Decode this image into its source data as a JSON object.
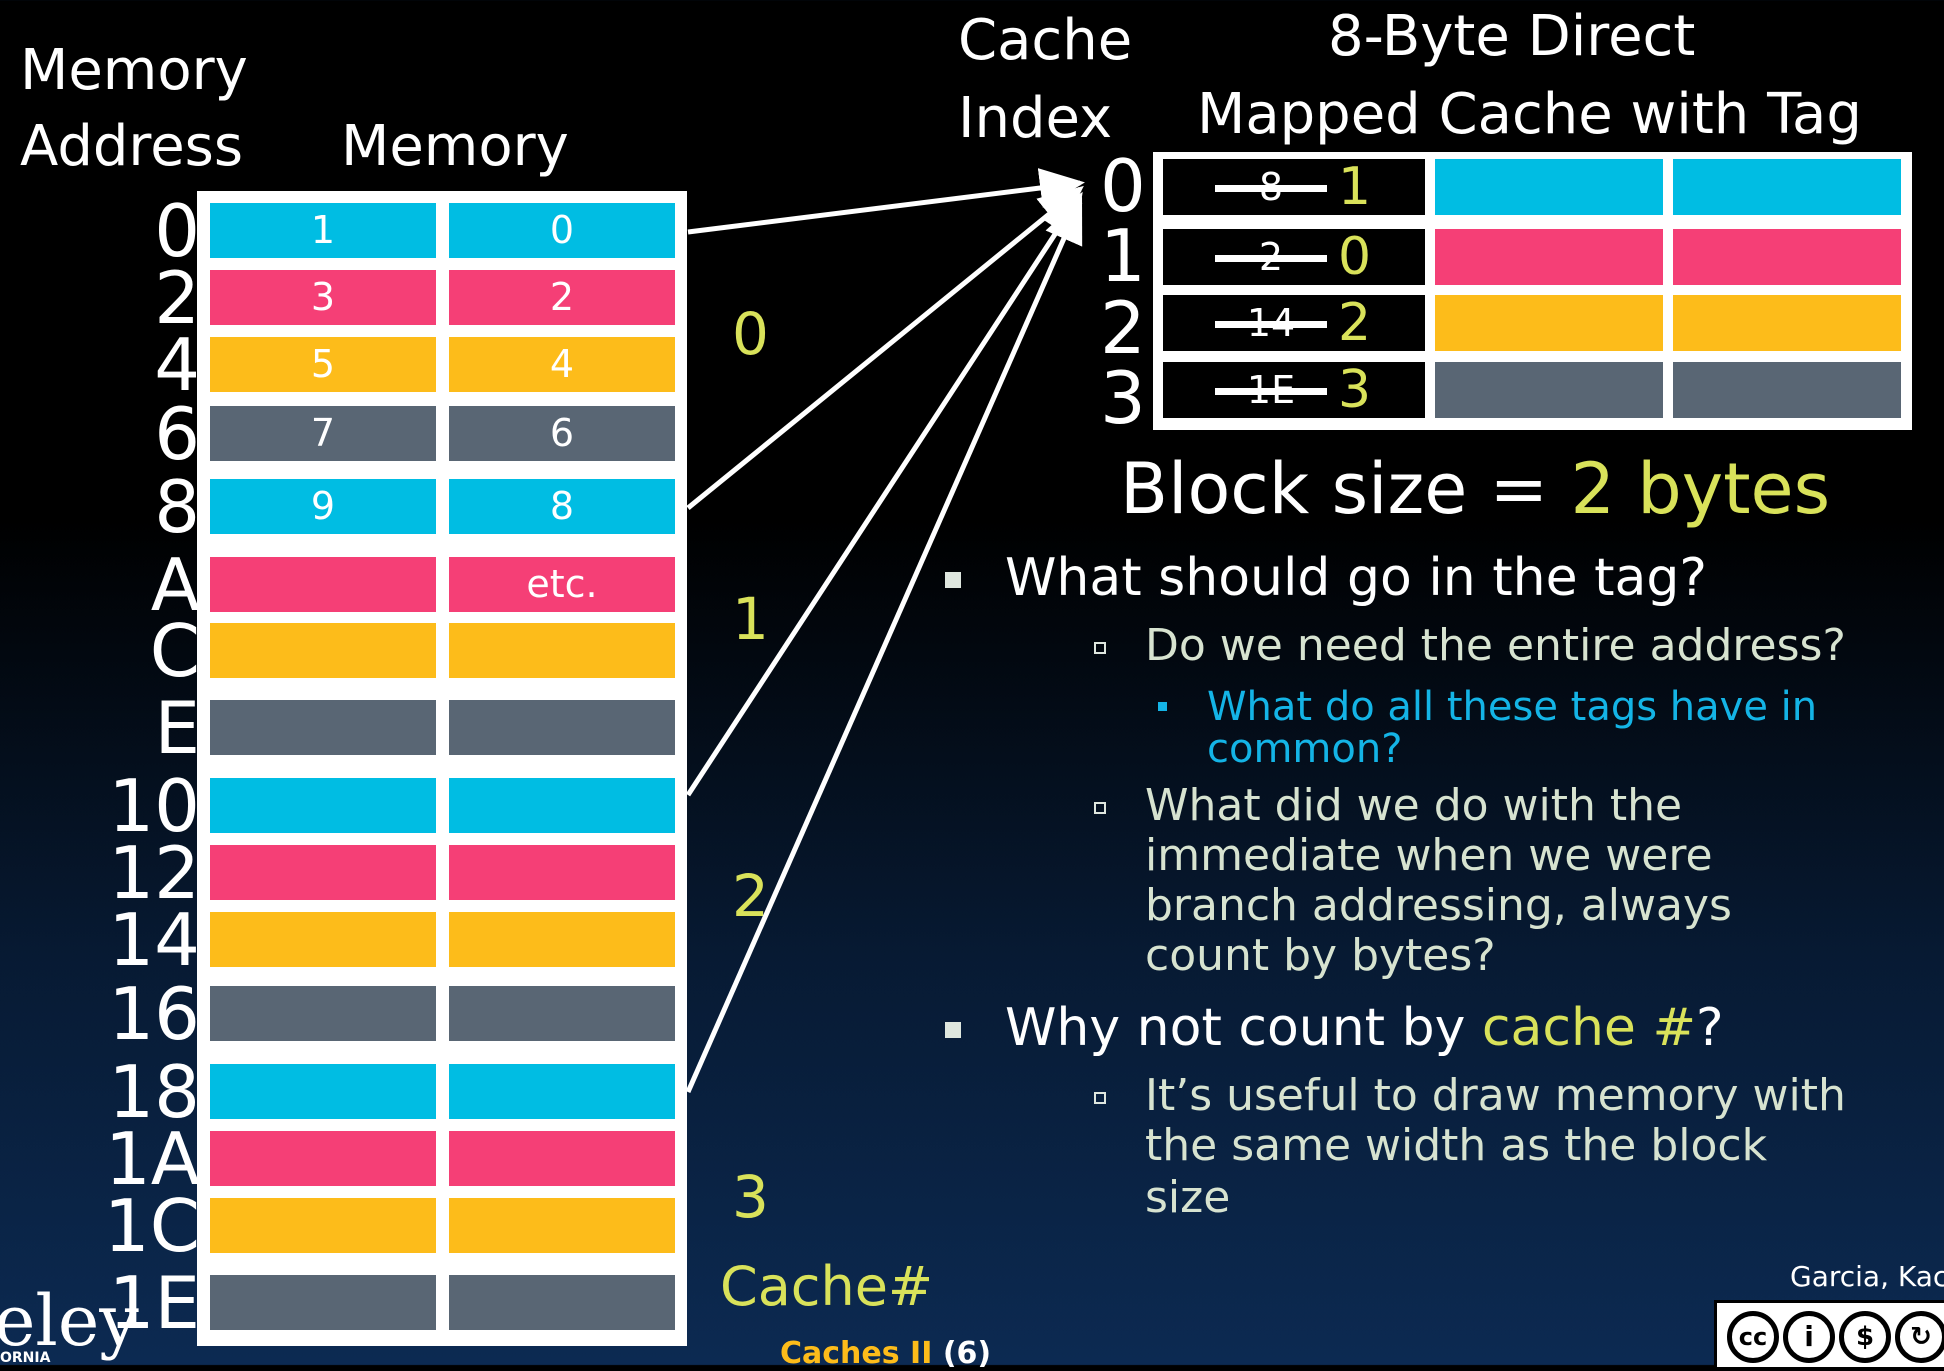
{
  "headers": {
    "memory_address_line1": "Memory",
    "memory_address_line2": "Address",
    "memory": "Memory",
    "cache_index_line1": "Cache",
    "cache_index_line2": "Index",
    "cache_title_line1": "8-Byte Direct",
    "cache_title_line2": "Mapped Cache with Tag"
  },
  "addresses": [
    "0",
    "2",
    "4",
    "6",
    "8",
    "A",
    "C",
    "E",
    "10",
    "12",
    "14",
    "16",
    "18",
    "1A",
    "1C",
    "1E"
  ],
  "memory_rows": [
    {
      "color": "blue",
      "left": "1",
      "right": "0"
    },
    {
      "color": "pink",
      "left": "3",
      "right": "2"
    },
    {
      "color": "yellow",
      "left": "5",
      "right": "4"
    },
    {
      "color": "gray",
      "left": "7",
      "right": "6"
    },
    {
      "color": "blue",
      "left": "9",
      "right": "8"
    },
    {
      "color": "pink",
      "left": "",
      "right": "etc."
    },
    {
      "color": "yellow",
      "left": "",
      "right": ""
    },
    {
      "color": "gray",
      "left": "",
      "right": ""
    },
    {
      "color": "blue",
      "left": "",
      "right": ""
    },
    {
      "color": "pink",
      "left": "",
      "right": ""
    },
    {
      "color": "yellow",
      "left": "",
      "right": ""
    },
    {
      "color": "gray",
      "left": "",
      "right": ""
    },
    {
      "color": "blue",
      "left": "",
      "right": ""
    },
    {
      "color": "pink",
      "left": "",
      "right": ""
    },
    {
      "color": "yellow",
      "left": "",
      "right": ""
    },
    {
      "color": "gray",
      "left": "",
      "right": ""
    }
  ],
  "cache_numbers": [
    "0",
    "1",
    "2",
    "3"
  ],
  "cache_hash_label": "Cache#",
  "cache_rows": [
    {
      "index": "0",
      "old_tag": "8",
      "tag": "1",
      "color": "blue"
    },
    {
      "index": "1",
      "old_tag": "2",
      "tag": "0",
      "color": "pink"
    },
    {
      "index": "2",
      "old_tag": "14",
      "tag": "2",
      "color": "yellow"
    },
    {
      "index": "3",
      "old_tag": "1E",
      "tag": "3",
      "color": "gray"
    }
  ],
  "block_size": {
    "prefix": "Block size = ",
    "value": "2 bytes"
  },
  "bullets": {
    "b1": "What should go in the tag?",
    "b1_1": "Do we need the entire address?",
    "b1_1_1_line1": "What do all these tags have in",
    "b1_1_1_line2": "common?",
    "b1_2_line1": "What did we do with the",
    "b1_2_line2": "immediate when we were",
    "b1_2_line3": "branch addressing, always",
    "b1_2_line4": "count by bytes?",
    "b2_pre": "Why not count by ",
    "b2_hl": "cache #",
    "b2_post": "?",
    "b2_1_line1": "It’s useful to draw memory with",
    "b2_1_line2": "the same width as the block",
    "b2_1_line3": "size"
  },
  "footer": {
    "berkeley_fragment": "eley",
    "california_fragment": "ORNIA",
    "authors": "Garcia, Kac",
    "lecture_title": "Caches II",
    "lecture_number": "(6)",
    "cc": "cc"
  },
  "colors": {
    "blue": "#00bde3",
    "pink": "#f53f76",
    "yellow": "#fdbc1a",
    "gray": "#596674",
    "highlight": "#d9e25a",
    "sub_sub": "#14b4e6"
  }
}
